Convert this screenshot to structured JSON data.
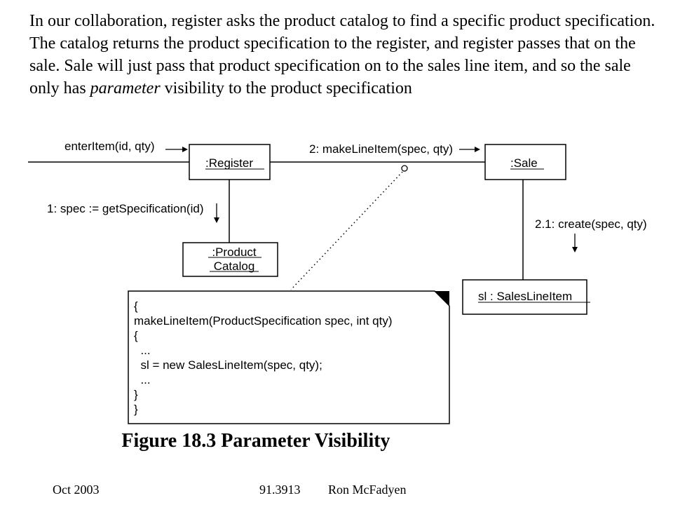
{
  "intro": {
    "before_italic": "In our collaboration, register asks the product catalog to find a specific product specification. The catalog returns the product specification to the register, and register passes that on the sale. Sale will just pass that product specification on to the sales line item, and so the sale only has ",
    "italic": "parameter",
    "after_italic": " visibility to the product specification"
  },
  "diagram": {
    "objects": {
      "register": ":Register",
      "sale": ":Sale",
      "product_catalog_line1": ":Product",
      "product_catalog_line2": "Catalog",
      "sales_line_item": "sl : SalesLineItem"
    },
    "messages": {
      "enter_item": "enterItem(id, qty)",
      "make_line_item": "2: makeLineItem(spec, qty)",
      "get_specification": "1: spec := getSpecification(id)",
      "create": "2.1: create(spec, qty)"
    },
    "note": {
      "code": "{\nmakeLineItem(ProductSpecification spec, int qty)\n{\n  ...\n  sl = new SalesLineItem(spec, qty);\n  ...\n}\n}"
    }
  },
  "caption": "Figure 18.3 Parameter Visibility",
  "footer": {
    "date": "Oct 2003",
    "course": "91.3913",
    "author": "Ron McFadyen"
  }
}
